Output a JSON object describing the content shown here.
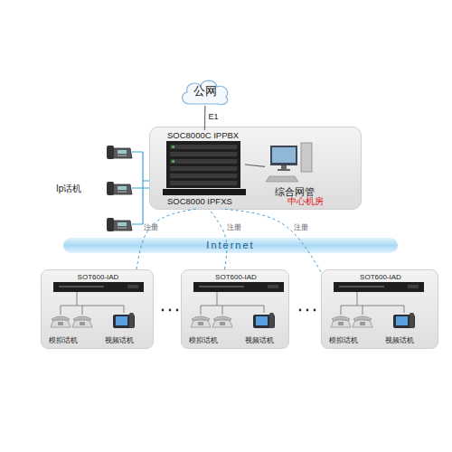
{
  "diagram": {
    "nodes": [
      {
        "text": [
          "公网"
        ]
      },
      {
        "text": [
          "中心机房"
        ]
      },
      {
        "text": [
          "SOC8000C IPPBX"
        ],
        "in": 1
      },
      {
        "text": [
          "SOC8000 IPFXS"
        ],
        "in": 1
      },
      {
        "text": [
          "综合网管"
        ],
        "in": 1
      },
      {
        "text": [
          "Internet"
        ]
      },
      {
        "text": [
          "SOT600-IAD",
          "模拟话机",
          "视频话机"
        ]
      },
      {
        "text": [
          "SOT600-IAD",
          "模拟话机",
          "视频话机"
        ]
      },
      {
        "text": [
          "SOT600-IAD",
          "模拟话机",
          "视频话机"
        ]
      }
    ],
    "edges": [
      {
        "from": 0,
        "to": 2,
        "label": "E1",
        "arrow": "none"
      },
      {
        "from": 2,
        "to": 4,
        "arrow": "none"
      },
      {
        "from": 6,
        "to": 3,
        "label": "注册",
        "arrow": "none"
      },
      {
        "from": 7,
        "to": 3,
        "label": "注册",
        "arrow": "none"
      },
      {
        "from": 8,
        "to": 3,
        "label": "注册",
        "arrow": "none"
      }
    ],
    "labels": [
      "Ip话机"
    ]
  }
}
